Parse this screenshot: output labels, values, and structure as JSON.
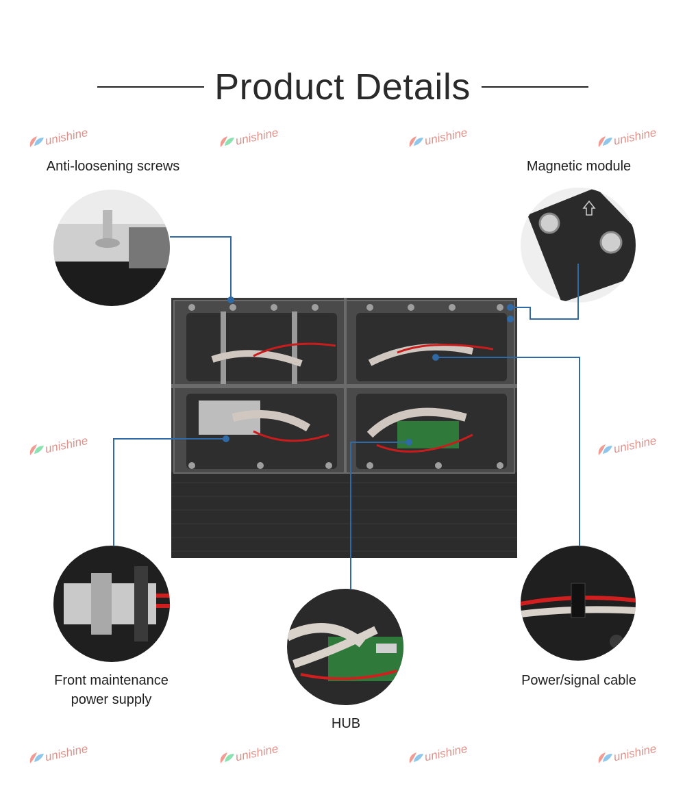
{
  "title": "Product Details",
  "watermark": "unishine",
  "labels": {
    "screws": "Anti-loosening screws",
    "magnetic": "Magnetic module",
    "power_supply_line1": "Front maintenance",
    "power_supply_line2": "power supply",
    "hub": "HUB",
    "cable": "Power/signal cable"
  },
  "colors": {
    "connector": "#2f6aa6",
    "watermark": "#c0392b",
    "cabinet": "#2b2b2b",
    "cable_red": "#d11f1f"
  }
}
